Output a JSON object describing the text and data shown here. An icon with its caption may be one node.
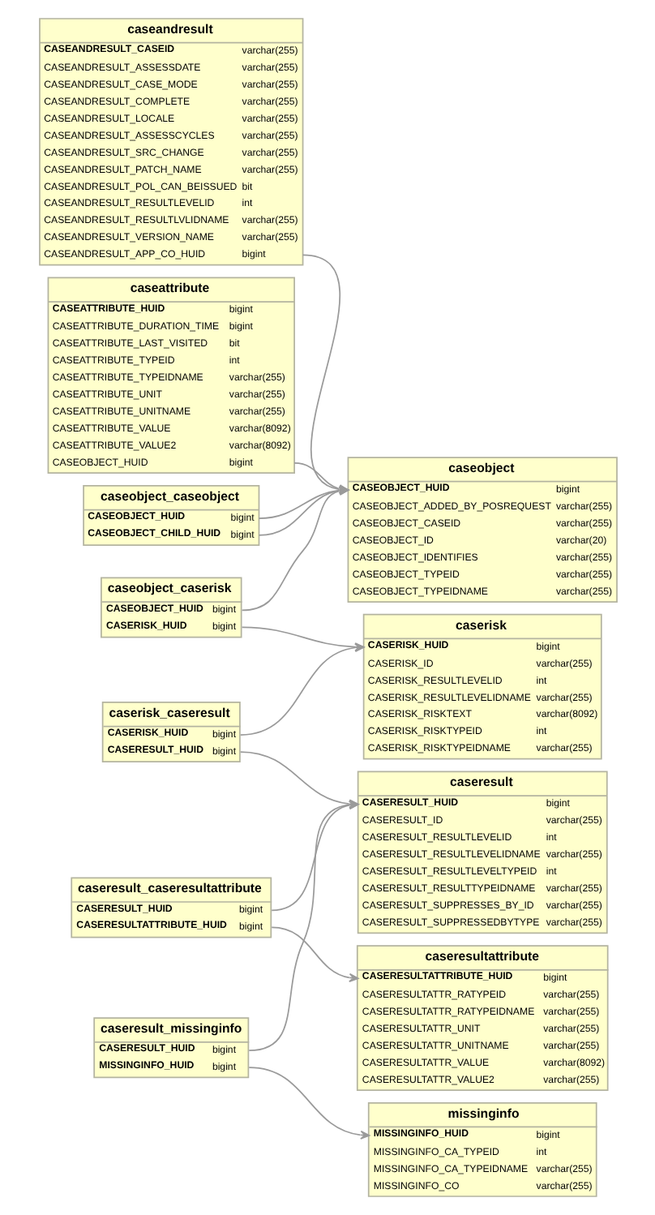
{
  "diagram": {
    "nodes": [
      {
        "text": [
          "caseandresult",
          "CASEANDRESULT_CASEID",
          "varchar(255)",
          "CASEANDRESULT_ASSESSDATE",
          "varchar(255)",
          "CASEANDRESULT_CASE_MODE",
          "varchar(255)",
          "CASEANDRESULT_COMPLETE",
          "varchar(255)",
          "CASEANDRESULT_LOCALE",
          "varchar(255)",
          "CASEANDRESULT_ASSESSCYCLES",
          "varchar(255)",
          "CASEANDRESULT_SRC_CHANGE",
          "varchar(255)",
          "CASEANDRESULT_PATCH_NAME",
          "varchar(255)",
          "CASEANDRESULT_POL_CAN_BEISSUED",
          "bit",
          "CASEANDRESULT_RESULTLEVELID",
          "int",
          "CASEANDRESULT_RESULTLVLIDNAME",
          "varchar(255)",
          "CASEANDRESULT_VERSION_NAME",
          "varchar(255)",
          "CASEANDRESULT_APP_CO_HUID",
          "bigint"
        ]
      },
      {
        "text": [
          "caseattribute",
          "CASEATTRIBUTE_HUID",
          "bigint",
          "CASEATTRIBUTE_DURATION_TIME",
          "bigint",
          "CASEATTRIBUTE_LAST_VISITED",
          "bit",
          "CASEATTRIBUTE_TYPEID",
          "int",
          "CASEATTRIBUTE_TYPEIDNAME",
          "varchar(255)",
          "CASEATTRIBUTE_UNIT",
          "varchar(255)",
          "CASEATTRIBUTE_UNITNAME",
          "varchar(255)",
          "CASEATTRIBUTE_VALUE",
          "varchar(8092)",
          "CASEATTRIBUTE_VALUE2",
          "varchar(8092)",
          "CASEOBJECT_HUID",
          "bigint"
        ]
      },
      {
        "text": [
          "caseobject_caseobject",
          "CASEOBJECT_HUID",
          "bigint",
          "CASEOBJECT_CHILD_HUID",
          "bigint"
        ]
      },
      {
        "text": [
          "caseobject",
          "CASEOBJECT_HUID",
          "bigint",
          "CASEOBJECT_ADDED_BY_POSREQUEST",
          "varchar(255)",
          "CASEOBJECT_CASEID",
          "varchar(255)",
          "CASEOBJECT_ID",
          "varchar(20)",
          "CASEOBJECT_IDENTIFIES",
          "varchar(255)",
          "CASEOBJECT_TYPEID",
          "varchar(255)",
          "CASEOBJECT_TYPEIDNAME",
          "varchar(255)"
        ]
      },
      {
        "text": [
          "caseobject_caserisk",
          "CASEOBJECT_HUID",
          "bigint",
          "CASERISK_HUID",
          "bigint"
        ]
      },
      {
        "text": [
          "caserisk",
          "CASERISK_HUID",
          "bigint",
          "CASERISK_ID",
          "varchar(255)",
          "CASERISK_RESULTLEVELID",
          "int",
          "CASERISK_RESULTLEVELIDNAME",
          "varchar(255)",
          "CASERISK_RISKTEXT",
          "varchar(8092)",
          "CASERISK_RISKTYPEID",
          "int",
          "CASERISK_RISKTYPEIDNAME",
          "varchar(255)"
        ]
      },
      {
        "text": [
          "caserisk_caseresult",
          "CASERISK_HUID",
          "bigint",
          "CASERESULT_HUID",
          "bigint"
        ]
      },
      {
        "text": [
          "caseresult",
          "CASERESULT_HUID",
          "bigint",
          "CASERESULT_ID",
          "varchar(255)",
          "CASERESULT_RESULTLEVELID",
          "int",
          "CASERESULT_RESULTLEVELIDNAME",
          "varchar(255)",
          "CASERESULT_RESULTLEVELTYPEID",
          "int",
          "CASERESULT_RESULTTYPEIDNAME",
          "varchar(255)",
          "CASERESULT_SUPPRESSES_BY_ID",
          "varchar(255)",
          "CASERESULT_SUPPRESSEDBYTYPE",
          "varchar(255)"
        ]
      },
      {
        "text": [
          "caseresult_caseresultattribute",
          "CASERESULT_HUID",
          "bigint",
          "CASERESULTATTRIBUTE_HUID",
          "bigint"
        ]
      },
      {
        "text": [
          "caseresultattribute",
          "CASERESULTATTRIBUTE_HUID",
          "bigint",
          "CASERESULTATTR_RATYPEID",
          "varchar(255)",
          "CASERESULTATTR_RATYPEIDNAME",
          "varchar(255)",
          "CASERESULTATTR_UNIT",
          "varchar(255)",
          "CASERESULTATTR_UNITNAME",
          "varchar(255)",
          "CASERESULTATTR_VALUE",
          "varchar(8092)",
          "CASERESULTATTR_VALUE2",
          "varchar(255)"
        ]
      },
      {
        "text": [
          "caseresult_missinginfo",
          "CASERESULT_HUID",
          "bigint",
          "MISSINGINFO_HUID",
          "bigint"
        ]
      },
      {
        "text": [
          "missinginfo",
          "MISSINGINFO_HUID",
          "bigint",
          "MISSINGINFO_CA_TYPEID",
          "int",
          "MISSINGINFO_CA_TYPEIDNAME",
          "varchar(255)",
          "MISSINGINFO_CO",
          "varchar(255)"
        ]
      }
    ],
    "edges": [
      {
        "from": 0,
        "to": 3,
        "arrow": "to"
      },
      {
        "from": 1,
        "to": 3,
        "arrow": "to"
      },
      {
        "from": 2,
        "to": 3,
        "arrow": "to"
      },
      {
        "from": 2,
        "to": 3,
        "arrow": "to"
      },
      {
        "from": 4,
        "to": 3,
        "arrow": "to"
      },
      {
        "from": 4,
        "to": 5,
        "arrow": "to"
      },
      {
        "from": 6,
        "to": 5,
        "arrow": "to"
      },
      {
        "from": 6,
        "to": 7,
        "arrow": "to"
      },
      {
        "from": 8,
        "to": 7,
        "arrow": "to"
      },
      {
        "from": 8,
        "to": 9,
        "arrow": "to"
      },
      {
        "from": 10,
        "to": 7,
        "arrow": "to"
      },
      {
        "from": 10,
        "to": 11,
        "arrow": "to"
      }
    ]
  }
}
